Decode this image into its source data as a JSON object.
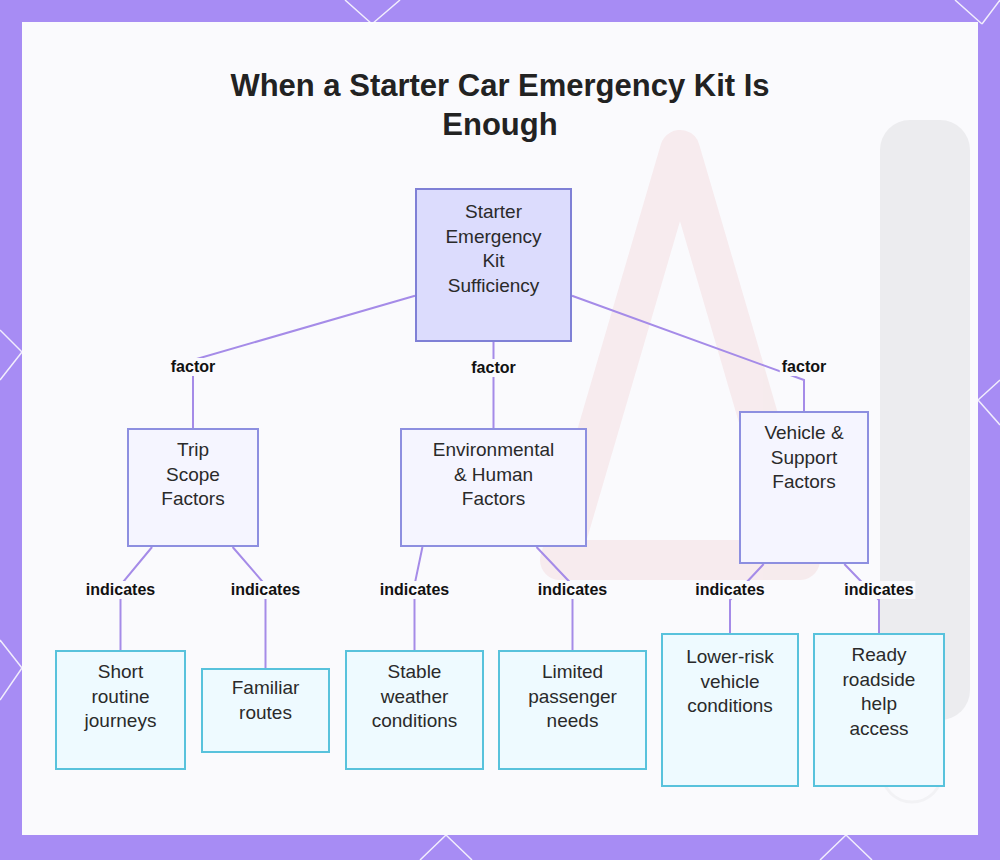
{
  "diagram": {
    "title": "When a Starter Car Emergency Kit Is Enough",
    "nodes": [
      {
        "text": [
          "Starter Emergency Kit Sufficiency"
        ]
      },
      {
        "text": [
          "Trip Scope Factors"
        ]
      },
      {
        "text": [
          "Environmental & Human Factors"
        ]
      },
      {
        "text": [
          "Vehicle & Support Factors"
        ]
      },
      {
        "text": [
          "Short routine journeys"
        ]
      },
      {
        "text": [
          "Familiar routes"
        ]
      },
      {
        "text": [
          "Stable weather conditions"
        ]
      },
      {
        "text": [
          "Limited passenger needs"
        ]
      },
      {
        "text": [
          "Lower-risk vehicle conditions"
        ]
      },
      {
        "text": [
          "Ready roadside help access"
        ]
      }
    ],
    "edges": [
      {
        "from": 0,
        "to": 1,
        "label": "factor",
        "arrow": "none"
      },
      {
        "from": 0,
        "to": 2,
        "label": "factor",
        "arrow": "none"
      },
      {
        "from": 0,
        "to": 3,
        "label": "factor",
        "arrow": "none"
      },
      {
        "from": 1,
        "to": 4,
        "label": "indicates",
        "arrow": "none"
      },
      {
        "from": 1,
        "to": 5,
        "label": "indicates",
        "arrow": "none"
      },
      {
        "from": 2,
        "to": 6,
        "label": "indicates",
        "arrow": "none"
      },
      {
        "from": 2,
        "to": 7,
        "label": "indicates",
        "arrow": "none"
      },
      {
        "from": 3,
        "to": 8,
        "label": "indicates",
        "arrow": "none"
      },
      {
        "from": 3,
        "to": 9,
        "label": "indicates",
        "arrow": "none"
      }
    ]
  }
}
